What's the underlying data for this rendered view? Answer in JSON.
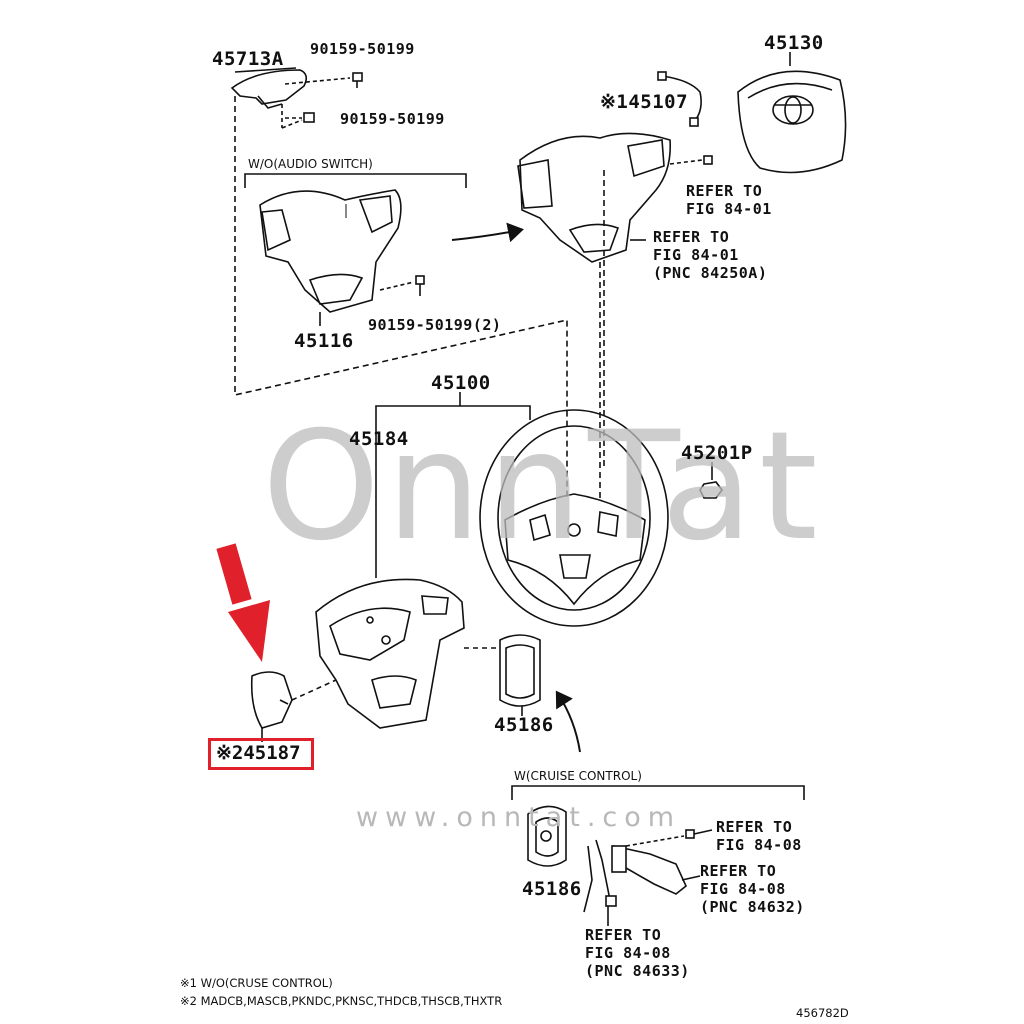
{
  "watermark": {
    "main": "OnnTat",
    "url": "www.onntat.com"
  },
  "labels": {
    "p45713a": "45713A",
    "bolt1": "90159-50199",
    "bolt2": "90159-50199",
    "p45130": "45130",
    "p45107": "※145107",
    "wo_audio": "W/O(AUDIO SWITCH)",
    "refer1_a": "REFER TO",
    "refer1_b": "FIG 84-01",
    "refer2_a": "REFER TO",
    "refer2_b": "FIG 84-01",
    "refer2_c": "(PNC 84250A)",
    "bolt3": "90159-50199(2)",
    "p45116": "45116",
    "p45100": "45100",
    "p45184": "45184",
    "p45201p": "45201P",
    "p45187": "※245187",
    "p45186a": "45186",
    "w_cruise": "W(CRUISE CONTROL)",
    "refer3_a": "REFER TO",
    "refer3_b": "FIG 84-08",
    "refer4_a": "REFER TO",
    "refer4_b": "FIG 84-08",
    "refer4_c": "(PNC 84632)",
    "p45186b": "45186",
    "refer5_a": "REFER TO",
    "refer5_b": "FIG 84-08",
    "refer5_c": "(PNC 84633)",
    "footnote1": "※1 W/O(CRUSE CONTROL)",
    "footnote2": "※2 MADCB,MASCB,PKNDC,PKNSC,THDCB,THSCB,THXTR",
    "code": "456782D"
  },
  "colors": {
    "line": "#111111",
    "highlight": "#e0202a",
    "watermark": "#bdbdbd"
  }
}
